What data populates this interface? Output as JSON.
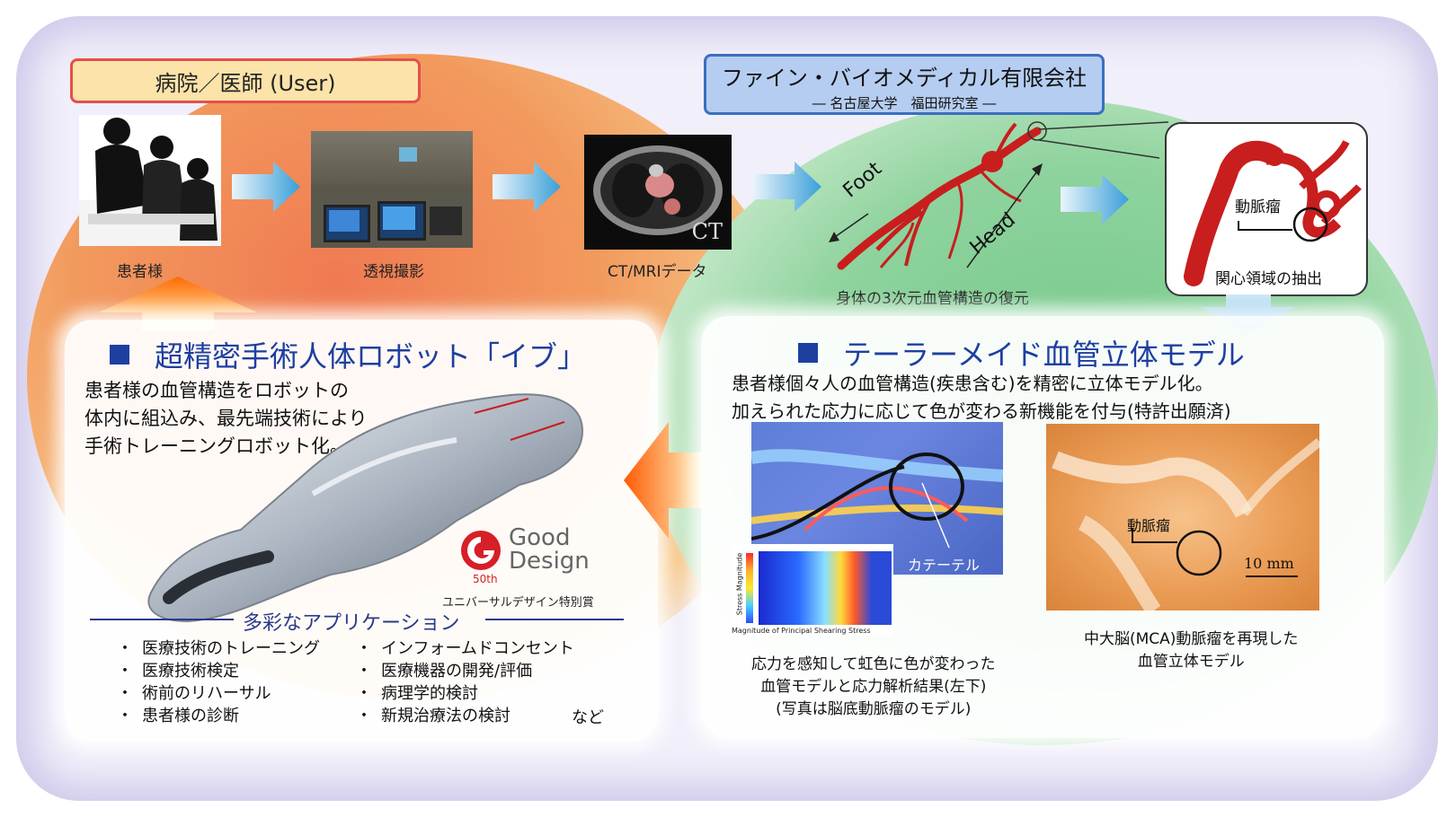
{
  "header": {
    "user_label": "病院／医師 (User)",
    "company_name": "ファイン・バイオメディカル有限会社",
    "company_sub": "― 名古屋大学　福田研究室 ―"
  },
  "flow": {
    "patient": "患者様",
    "fluoroscopy": "透視撮影",
    "ct_data": "CT/MRIデータ",
    "ct_tag": "CT",
    "reconstruction": "身体の3次元血管構造の復元",
    "foot": "Foot",
    "head": "Head",
    "aneurysm": "動脈瘤",
    "roi": "関心領域の抽出"
  },
  "eve": {
    "title": "超精密手術人体ロボット「イブ」",
    "desc": [
      "患者様の血管構造をロボットの",
      "体内に組込み、最先端技術により",
      "手術トレーニングロボット化。"
    ],
    "good_design_1": "Good",
    "good_design_2": "Design",
    "good_design_50": "50th",
    "award": "ユニバーサルデザイン特別賞",
    "apps_title": "多彩なアプリケーション",
    "apps_left": [
      "医療技術のトレーニング",
      "医療技術検定",
      "術前のリハーサル",
      "患者様の診断"
    ],
    "apps_right": [
      "インフォームドコンセント",
      "医療機器の開発/評価",
      "病理学的検討",
      "新規治療法の検討"
    ],
    "apps_etc": "など"
  },
  "model": {
    "title": "テーラーメイド血管立体モデル",
    "desc": [
      "患者様個々人の血管構造(疾患含む)を精密に立体モデル化。",
      "加えられた応力に応じて色が変わる新機能を付与(特許出願済)"
    ],
    "catheter": "カテーテル",
    "stress_axis": "Stress Magnitude",
    "stress_xlabel": "Magnitude of Principal Shearing Stress",
    "aneurysm": "動脈瘤",
    "scale": "10 mm",
    "cap_left": [
      "応力を感知して虹色に色が変わった",
      "血管モデルと応力解析結果(左下)",
      "(写真は脳底動脈瘤のモデル)"
    ],
    "cap_right": [
      "中大脳(MCA)動脈瘤を再現した",
      "血管立体モデル"
    ]
  },
  "colors": {
    "orange": "#f07a52",
    "green": "#74c98a",
    "title_blue": "#1d3fa0",
    "arrow_blue": "#3a9fd8",
    "vessel_red": "#c81e1e"
  }
}
